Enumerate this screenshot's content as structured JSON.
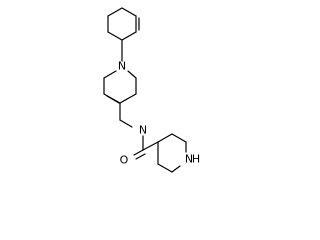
{
  "molecule": {
    "atoms": {
      "n_ring": "N",
      "n_amide": "N",
      "o_carbonyl": "O",
      "nh_piperidine": "N",
      "h_piperidine": "H"
    }
  },
  "colors": {
    "bond": "#000000",
    "background": "#ffffff"
  }
}
